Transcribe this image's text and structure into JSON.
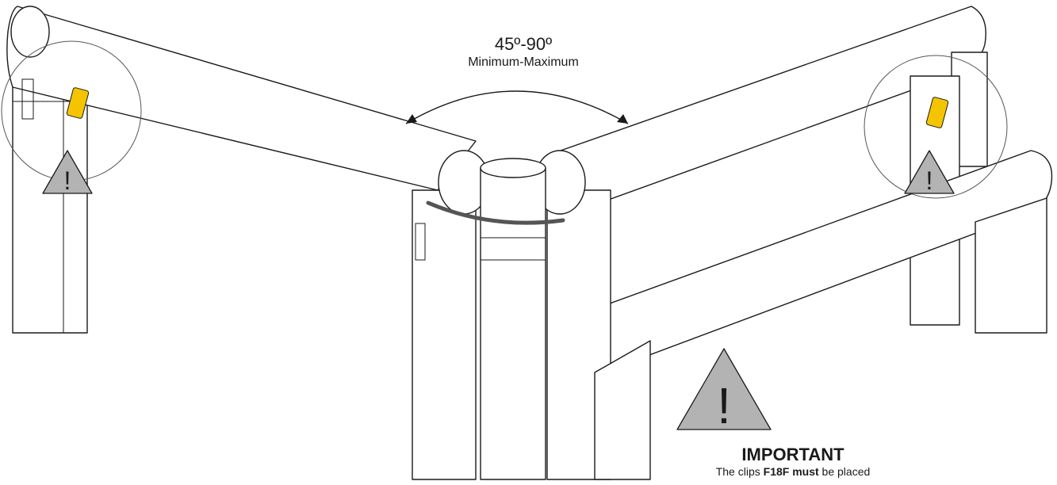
{
  "angle_indicator": {
    "range": "45º-90º",
    "caption": "Minimum-Maximum"
  },
  "important_notice": {
    "title": "IMPORTANT",
    "note_pre": "The clips ",
    "note_code": "F18F",
    "note_mid": " ",
    "note_must": "must",
    "note_post": " be placed"
  },
  "warning_symbol": "!",
  "colors": {
    "clip_accent": "#f5c400",
    "warning_fill": "#b3b3b3",
    "line": "#1a1a1a",
    "cable": "#555555"
  }
}
